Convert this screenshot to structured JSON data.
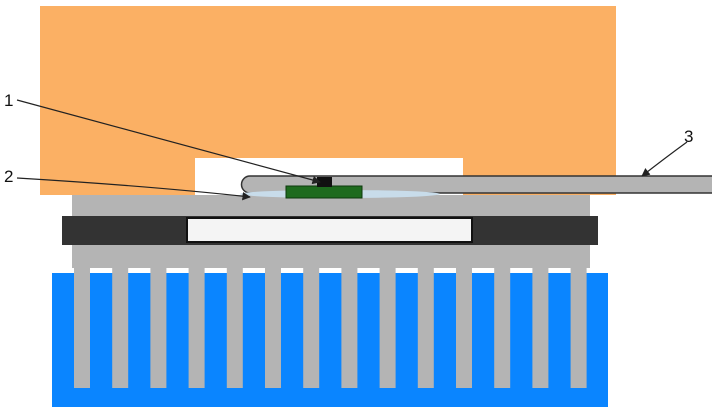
{
  "labels": {
    "one": "1",
    "two": "2",
    "three": "3"
  },
  "fins": {
    "count": 14
  },
  "colors": {
    "housing": "#FBB064",
    "metal": "#B4B4B4",
    "dark_frame": "#333333",
    "window": "#F4F4F4",
    "coolant": "#0A85FF",
    "chip": "#1E6B1E",
    "die": "#111111",
    "film": "#C8DCEA",
    "line": "#222222",
    "background": "#FFFFFF"
  }
}
